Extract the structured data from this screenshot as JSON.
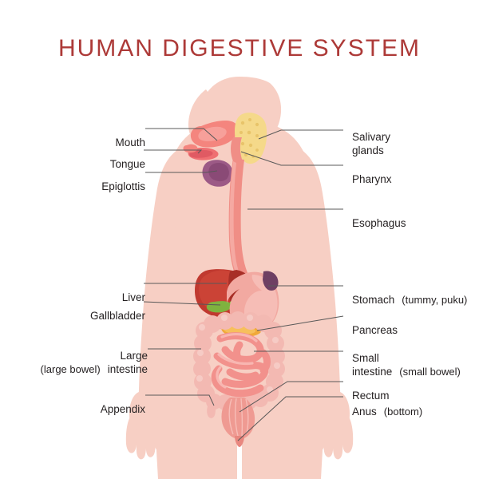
{
  "title": "HUMAN DIGESTIVE SYSTEM",
  "colors": {
    "title": "#ad3a38",
    "label_text": "#231f20",
    "leader_line": "#585858",
    "body_skin": "#f7cfc4",
    "body_skin_shade": "#f3c0b4",
    "esophagus": "#f08e86",
    "mouth_cavity": "#f4857e",
    "salivary_gland": "#f5d98a",
    "epiglottis": "#9c5a86",
    "liver": "#c0392f",
    "liver_dark": "#a82f27",
    "gallbladder": "#7fb23f",
    "stomach": "#f2a9a1",
    "stomach_cardia": "#6e3f63",
    "pancreas": "#f0a93a",
    "large_intestine": "#f3b9b2",
    "small_intestine": "#f2918c",
    "rectum": "#ef9a92"
  },
  "labels_left": [
    {
      "id": "mouth",
      "main": "Mouth",
      "alt": ""
    },
    {
      "id": "tongue",
      "main": "Tongue",
      "alt": ""
    },
    {
      "id": "epiglottis",
      "main": "Epiglottis",
      "alt": ""
    },
    {
      "id": "liver",
      "main": "Liver",
      "alt": ""
    },
    {
      "id": "gallbladder",
      "main": "Gallbladder",
      "alt": ""
    },
    {
      "id": "large-intestine",
      "main": "Large\nintestine",
      "alt": "(large bowel)"
    },
    {
      "id": "appendix",
      "main": "Appendix",
      "alt": ""
    }
  ],
  "labels_right": [
    {
      "id": "salivary-glands",
      "main": "Salivary\nglands",
      "alt": ""
    },
    {
      "id": "pharynx",
      "main": "Pharynx",
      "alt": ""
    },
    {
      "id": "esophagus",
      "main": "Esophagus",
      "alt": ""
    },
    {
      "id": "stomach",
      "main": "Stomach",
      "alt": "(tummy, puku)"
    },
    {
      "id": "pancreas",
      "main": "Pancreas",
      "alt": ""
    },
    {
      "id": "small-intestine",
      "main": "Small\nintestine",
      "alt": "(small bowel)"
    },
    {
      "id": "rectum",
      "main": "Rectum",
      "alt": ""
    },
    {
      "id": "anus",
      "main": "Anus",
      "alt": "(bottom)"
    }
  ]
}
